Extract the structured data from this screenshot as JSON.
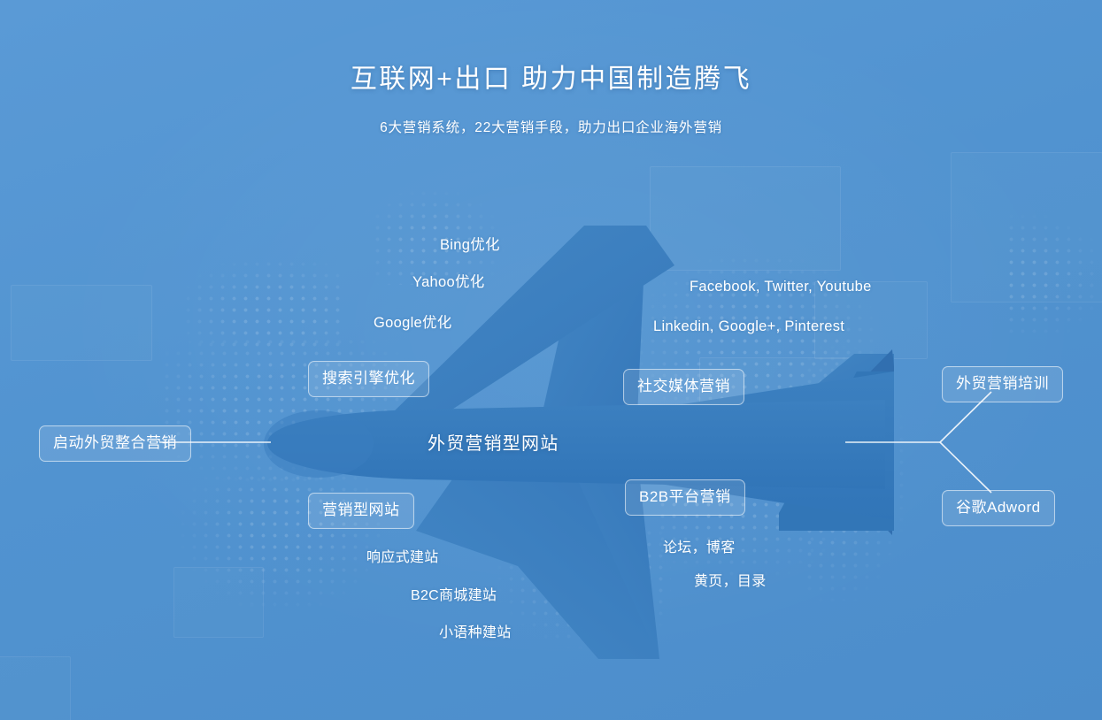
{
  "header": {
    "title": "互联网+出口 助力中国制造腾飞",
    "subtitle": "6大营销系统，22大营销手段，助力出口企业海外营销"
  },
  "colors": {
    "background": "#5495d2",
    "plane_body": "#3479bb",
    "plane_wing": "#4185c4",
    "text": "#ffffff",
    "line": "#ffffff"
  },
  "diagram": {
    "type": "mindmap",
    "root": {
      "label": "启动外贸整合营销",
      "style": "boxed"
    },
    "center": {
      "label": "外贸营销型网站",
      "style": "plain-large"
    },
    "branches": [
      {
        "id": "seo",
        "label": "搜索引擎优化",
        "style": "boxed",
        "position": "upper-left",
        "children": [
          {
            "label": "Bing优化"
          },
          {
            "label": "Yahoo优化"
          },
          {
            "label": "Google优化"
          }
        ]
      },
      {
        "id": "website",
        "label": "营销型网站",
        "style": "boxed",
        "position": "lower-left",
        "children": [
          {
            "label": "响应式建站"
          },
          {
            "label": "B2C商城建站"
          },
          {
            "label": "小语种建站"
          }
        ]
      },
      {
        "id": "social",
        "label": "社交媒体营销",
        "style": "boxed",
        "position": "upper-center",
        "children": [
          {
            "label": "Facebook, Twitter, Youtube"
          },
          {
            "label": "Linkedin, Google+, Pinterest"
          }
        ]
      },
      {
        "id": "b2b",
        "label": "B2B平台营销",
        "style": "boxed",
        "position": "lower-center",
        "children": [
          {
            "label": "论坛，博客"
          },
          {
            "label": "黄页，目录"
          }
        ]
      },
      {
        "id": "training",
        "label": "外贸营销培训",
        "style": "boxed",
        "position": "upper-right",
        "children": []
      },
      {
        "id": "adword",
        "label": "谷歌Adword",
        "style": "boxed",
        "position": "lower-right",
        "children": []
      }
    ]
  },
  "illustration": {
    "name": "airplane-silhouette",
    "orientation": "nose-left"
  }
}
